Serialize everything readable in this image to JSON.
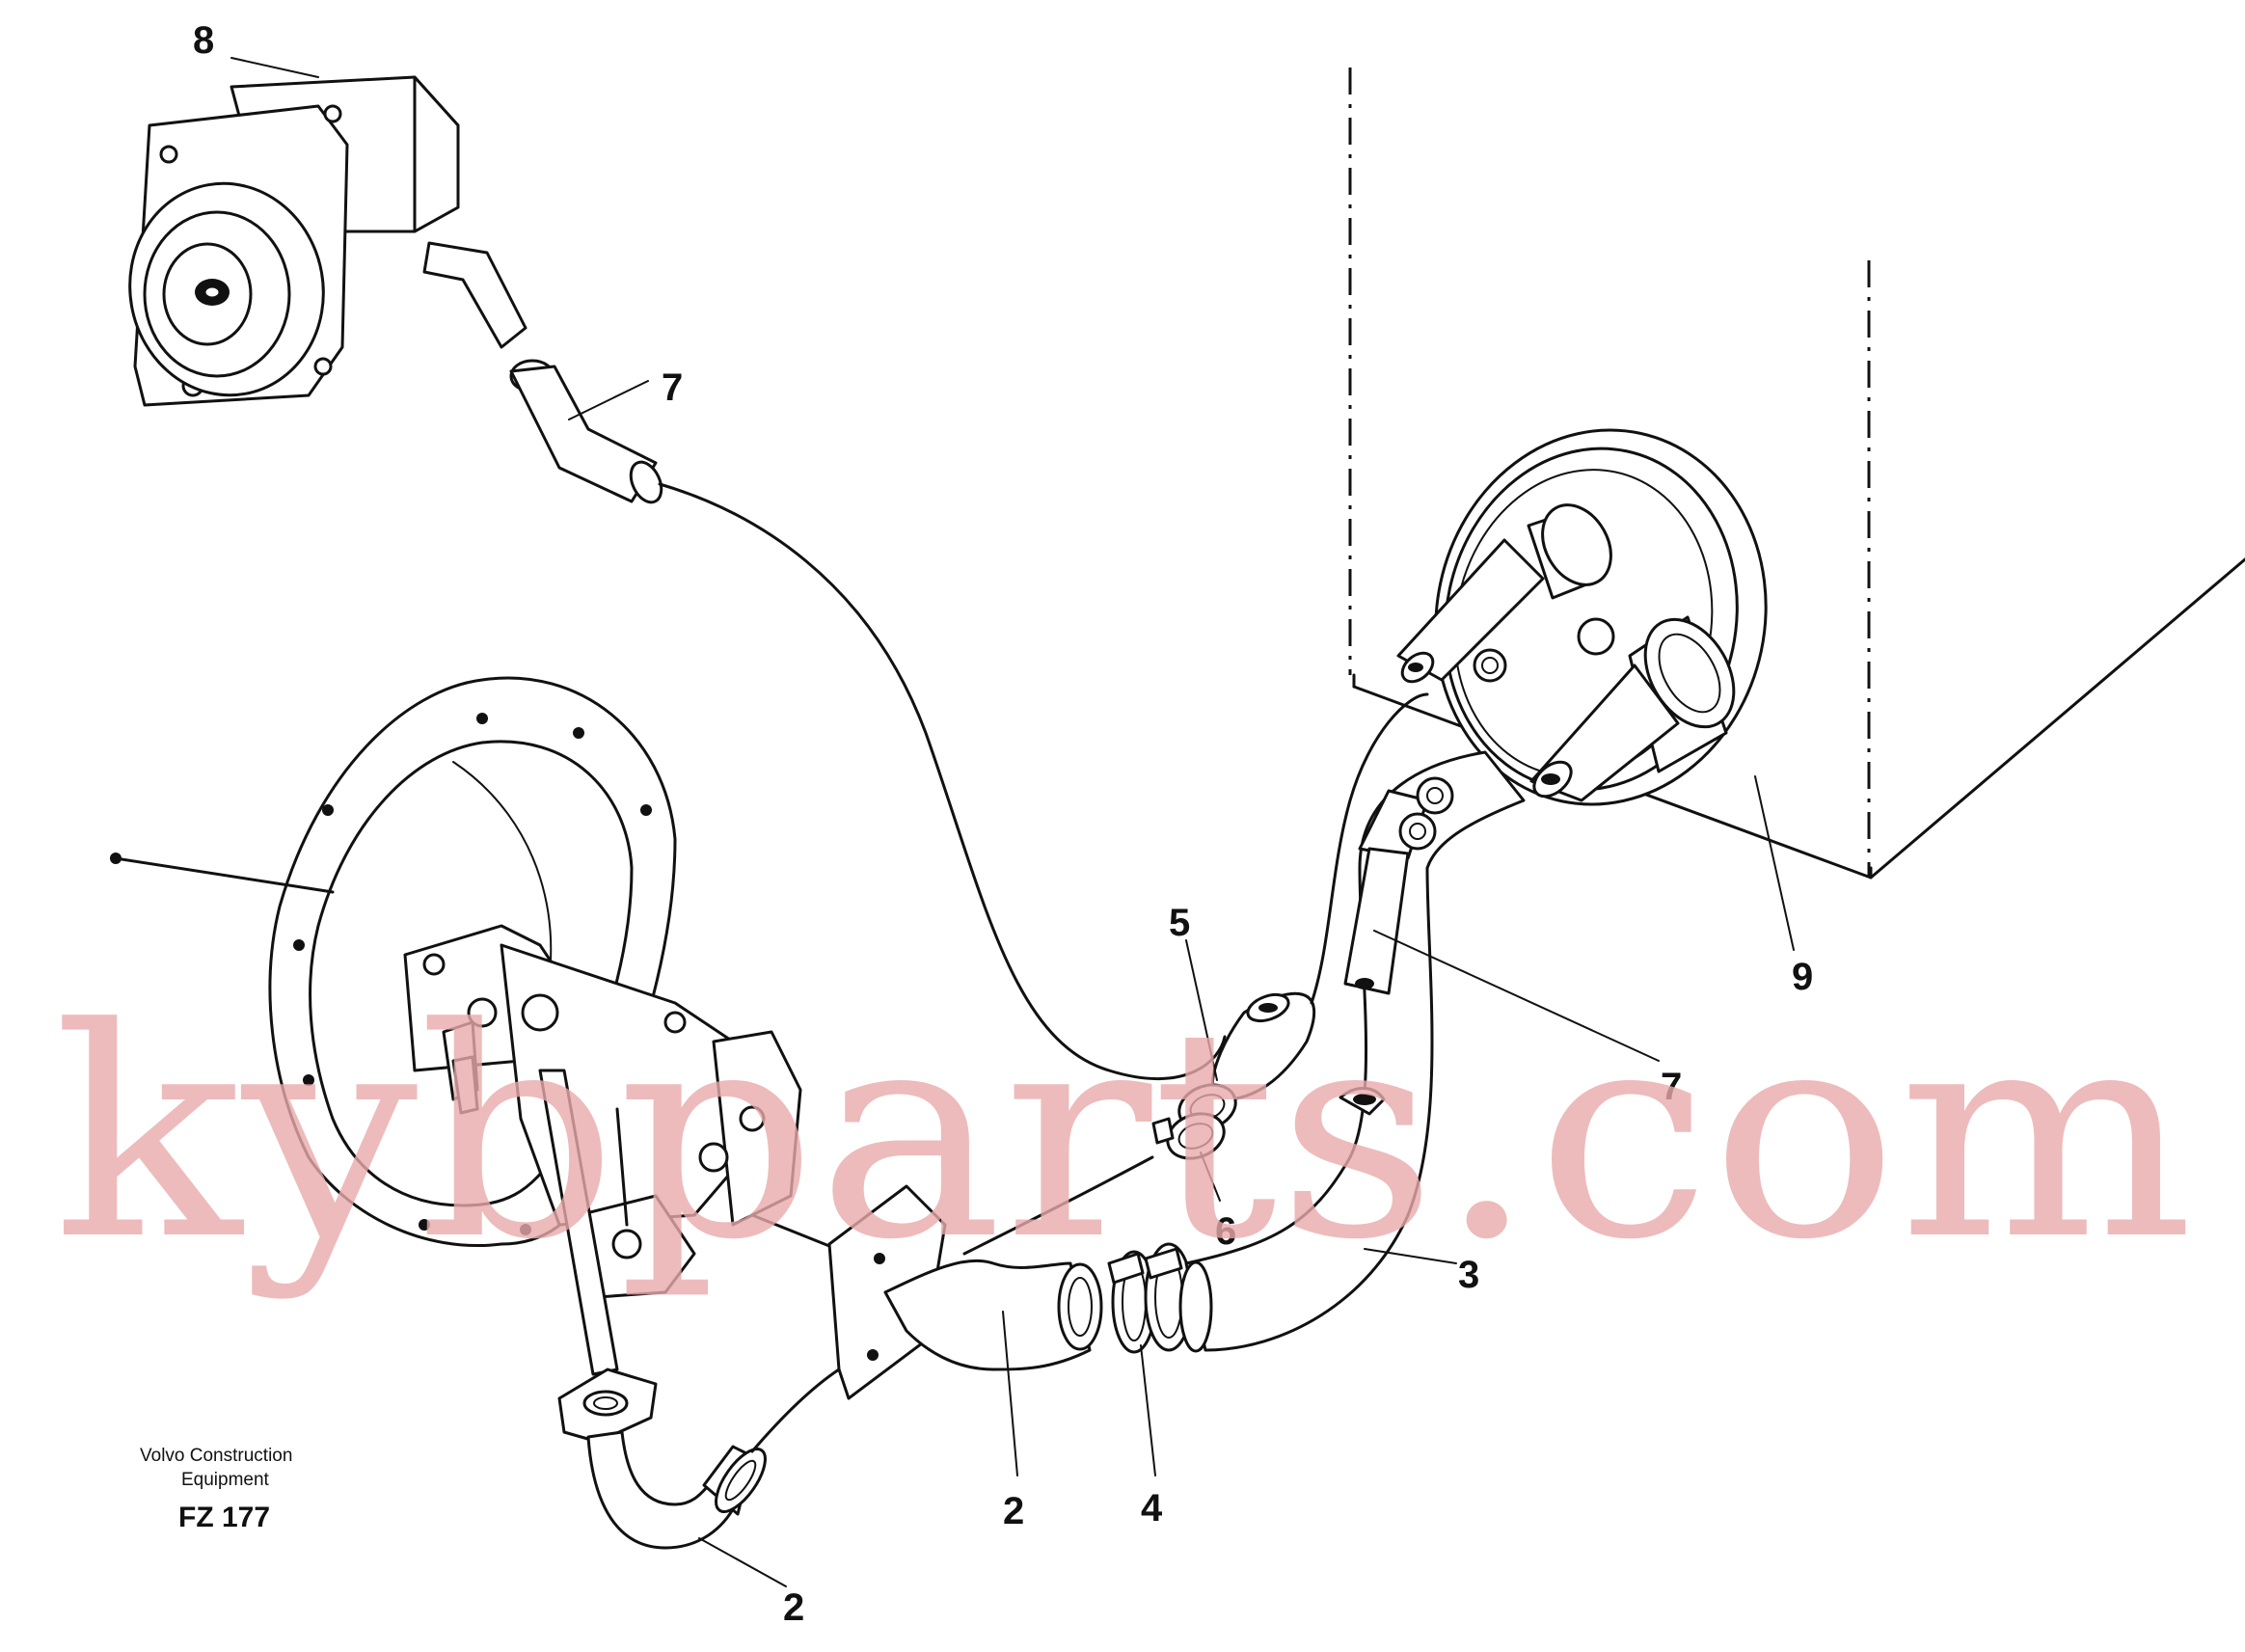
{
  "callouts": {
    "c8": "8",
    "c7_top": "7",
    "c5": "5",
    "c6": "6",
    "c9": "9",
    "c7_right": "7",
    "c3": "3",
    "c2_mid": "2",
    "c4": "4",
    "c2_bottom": "2"
  },
  "caption": {
    "line1": "Volvo Construction",
    "line2": "Equipment",
    "figure_id": "FZ 177"
  },
  "watermark": {
    "text": "kybparts.com",
    "color": "#e8aaaa"
  }
}
